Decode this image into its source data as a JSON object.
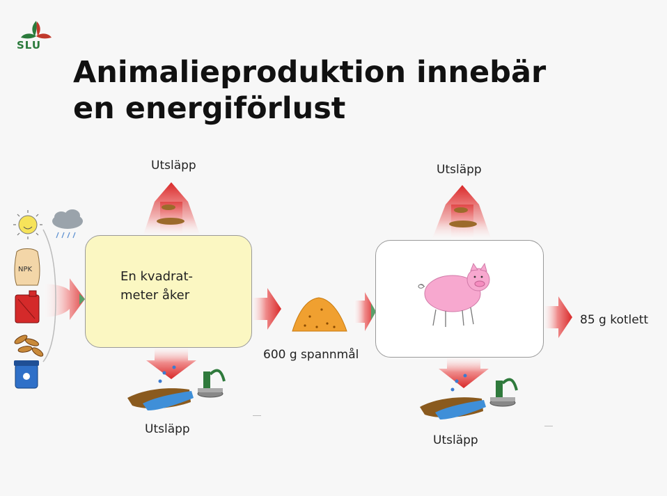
{
  "logo": {
    "text": "SLU"
  },
  "title": {
    "line1": "Animalieproduktion innebär",
    "line2": "en energiförlust"
  },
  "field": {
    "line1": "En kvadrat-",
    "line2": "meter åker"
  },
  "labels": {
    "emission_top_left": "Utsläpp",
    "emission_bottom_left": "Utsläpp",
    "emission_top_right": "Utsläpp",
    "emission_bottom_right": "Utsläpp",
    "grain": "600 g spannmål",
    "output": "85 g kotlett"
  },
  "icons": [
    "sun-icon",
    "rain-cloud-icon",
    "fertilizer-sack-icon",
    "fuel-can-icon",
    "feed-pellets-icon",
    "pesticide-can-icon",
    "grain-pile-icon",
    "pig-icon",
    "water-pump-icon",
    "soil-water-icon"
  ],
  "colors": {
    "arrow": "#e03030",
    "field_box": "#fbf7c2",
    "pig": "#f7a8cf",
    "grain": "#f0a030",
    "logo": "#2a7a3b"
  }
}
